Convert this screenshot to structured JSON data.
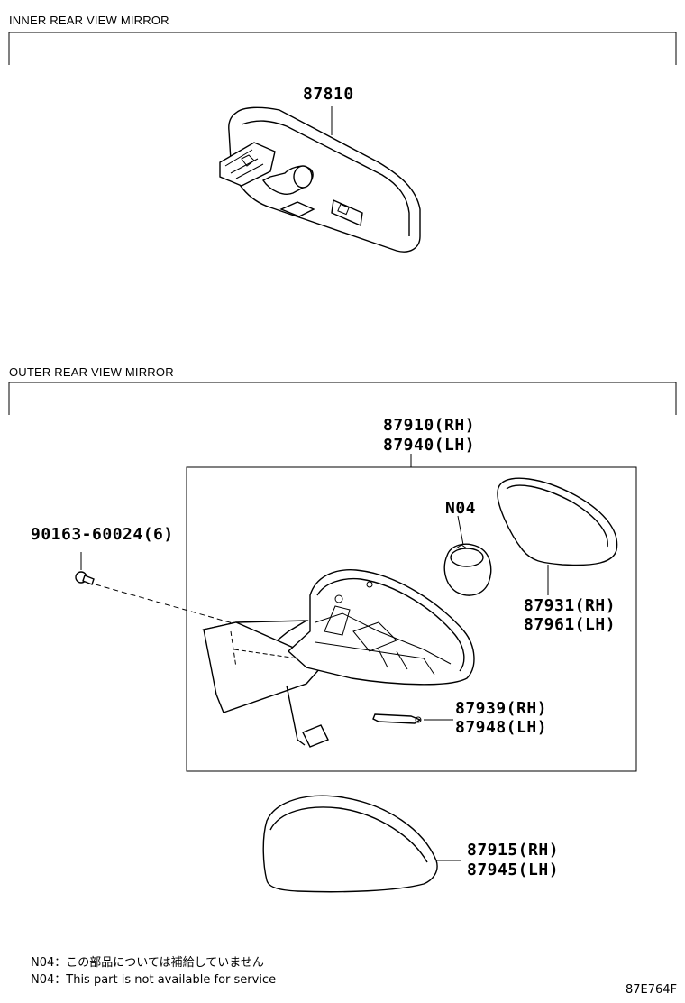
{
  "sections": {
    "inner": {
      "title": "INNER REAR VIEW MIRROR"
    },
    "outer": {
      "title": "OUTER REAR VIEW MIRROR"
    }
  },
  "parts": {
    "p87810": "87810",
    "p87910": "87910(RH)",
    "p87940": "87940(LH)",
    "p90163": "90163-60024(6)",
    "pN04": "N04",
    "p87931": "87931(RH)",
    "p87961": "87961(LH)",
    "p87939": "87939(RH)",
    "p87948": "87948(LH)",
    "p87915": "87915(RH)",
    "p87945": "87945(LH)"
  },
  "notes": {
    "jp": "N04：この部品については補給していません",
    "en": "N04：This part is not available for service"
  },
  "diagram_code": "87E764F"
}
